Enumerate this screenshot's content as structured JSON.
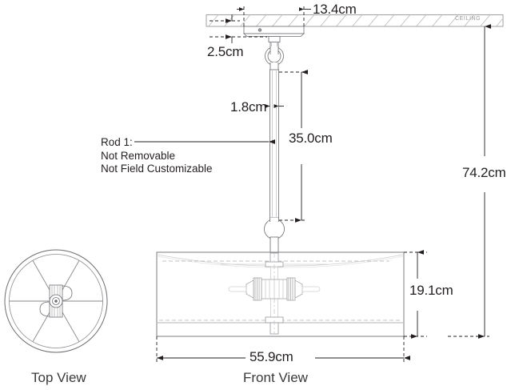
{
  "drawing": {
    "title": "Pendant Light Technical Drawing",
    "background_color": "#ffffff",
    "line_color": "#6e6e73",
    "dim_color": "#231f20"
  },
  "ceiling": {
    "label": "CEILING"
  },
  "dimensions": {
    "canopy_width": "13.4cm",
    "canopy_height": "2.5cm",
    "rod_diameter": "1.8cm",
    "rod_length": "35.0cm",
    "overall_height": "74.2cm",
    "shade_height": "19.1cm",
    "shade_width": "55.9cm"
  },
  "notes": {
    "rod_label": "Rod 1:",
    "line2": "Not Removable",
    "line3": "Not Field Customizable"
  },
  "views": {
    "top": "Top View",
    "front": "Front View"
  }
}
